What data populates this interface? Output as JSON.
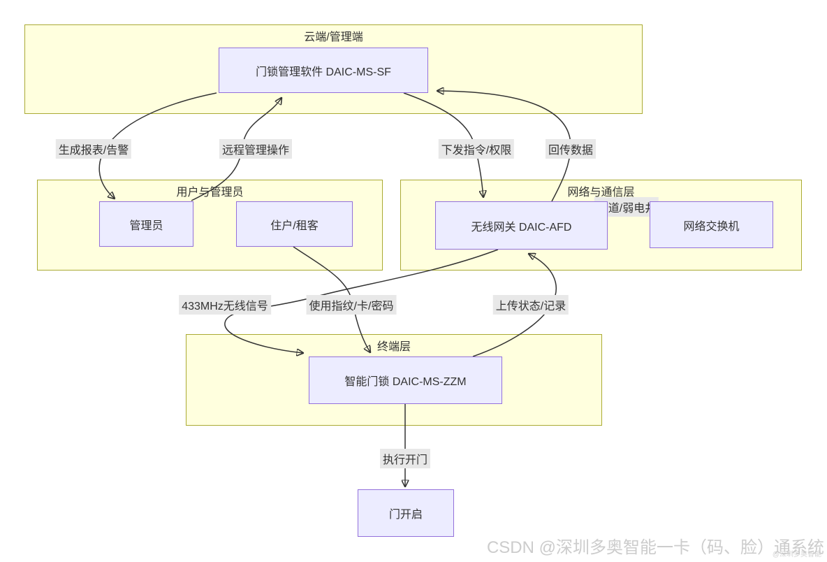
{
  "diagram": {
    "containers": {
      "cloud": {
        "title": "云端/管理端"
      },
      "users": {
        "title": "用户与管理员"
      },
      "network": {
        "title": "网络与通信层"
      },
      "terminal": {
        "title": "终端层"
      }
    },
    "nodes": {
      "software": {
        "label": "门锁管理软件 DAIC-MS-SF"
      },
      "admin": {
        "label": "管理员"
      },
      "resident": {
        "label": "住户/租客"
      },
      "gateway": {
        "label": "无线网关 DAIC-AFD"
      },
      "switch": {
        "label": "网络交换机"
      },
      "lock": {
        "label": "智能门锁 DAIC-MS-ZZM"
      },
      "door": {
        "label": "门开启"
      }
    },
    "edge_labels": {
      "report": "生成报表/告警",
      "remote": "远程管理操作",
      "command": "下发指令/权限",
      "backhaul": "回传数据",
      "duct": "管道/弱电井",
      "rf433": "433MHz无线信号",
      "credential": "使用指纹/卡/密码",
      "upload": "上传状态/记录",
      "open": "执行开门"
    },
    "watermark": "CSDN @深圳多奥智能一卡（码、脸）通系统",
    "watermark_small": "@深圳多奥智能",
    "colors": {
      "container_fill": "#ffffde",
      "container_border": "#aaaa33",
      "node_fill": "#ececff",
      "node_border": "#9370db",
      "edge": "#333333",
      "label_bg": "#e8e8e8",
      "text": "#333333",
      "watermark": "#cccccc"
    }
  }
}
